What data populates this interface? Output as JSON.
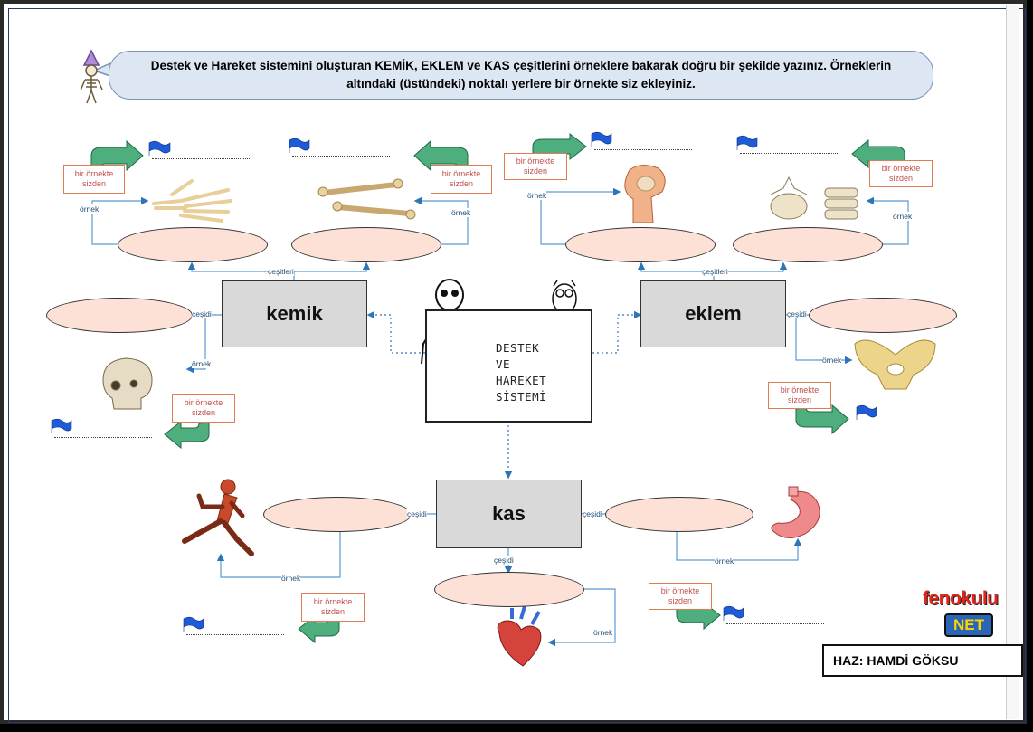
{
  "instructions": "Destek ve Hareket sistemini oluşturan KEMİK, EKLEM ve KAS çeşitlerini örneklere bakarak doğru bir şekilde yazınız. Örneklerin altındaki (üstündeki) noktalı yerlere bir örnekte siz ekleyiniz.",
  "center": {
    "line1": "DESTEK",
    "line2": "VE",
    "line3": "HAREKET",
    "line4": "SİSTEMİ"
  },
  "nodes": {
    "kemik": "kemik",
    "eklem": "eklem",
    "kas": "kas"
  },
  "labels": {
    "cesitleri": "çeşitleri",
    "cesidi": "çeşidi",
    "ornek": "örnek",
    "sizden_line1": "bir örnekte",
    "sizden_line2": "sizden"
  },
  "author": "HAZ: HAMDİ GÖKSU",
  "logo": {
    "top": "fenokulu",
    "bottom": "NET"
  },
  "colors": {
    "oval_fill": "#fde1d6",
    "box_fill": "#d9d9d9",
    "bubble_fill": "#dce7f3",
    "arrow_green": "#3a9a6a",
    "link_blue": "#1f4e79",
    "flag_blue": "#1e5bd6"
  },
  "icons": [
    "skeleton-character-icon",
    "hand-bones-icon",
    "long-bones-icon",
    "knee-joint-icon",
    "vertebrae-icon",
    "skull-icon",
    "pelvis-icon",
    "running-man-muscles-icon",
    "stomach-icon",
    "heart-icon",
    "flag-icon",
    "curved-arrow-icon",
    "owl-icon"
  ]
}
